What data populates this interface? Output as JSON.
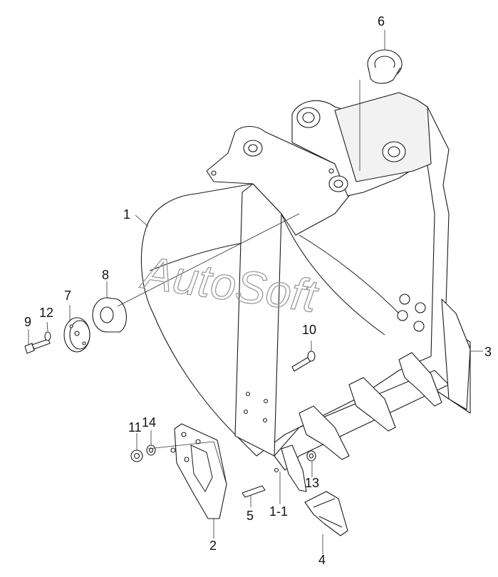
{
  "watermark": "AutoSoft",
  "callouts": [
    {
      "id": "c1",
      "label": "1"
    },
    {
      "id": "c1-1",
      "label": "1-1"
    },
    {
      "id": "c2",
      "label": "2"
    },
    {
      "id": "c3",
      "label": "3"
    },
    {
      "id": "c4",
      "label": "4"
    },
    {
      "id": "c5",
      "label": "5"
    },
    {
      "id": "c6",
      "label": "6"
    },
    {
      "id": "c7",
      "label": "7"
    },
    {
      "id": "c8",
      "label": "8"
    },
    {
      "id": "c9",
      "label": "9"
    },
    {
      "id": "c10",
      "label": "10"
    },
    {
      "id": "c11",
      "label": "11"
    },
    {
      "id": "c12",
      "label": "12"
    },
    {
      "id": "c13",
      "label": "13"
    },
    {
      "id": "c14",
      "label": "14"
    }
  ]
}
